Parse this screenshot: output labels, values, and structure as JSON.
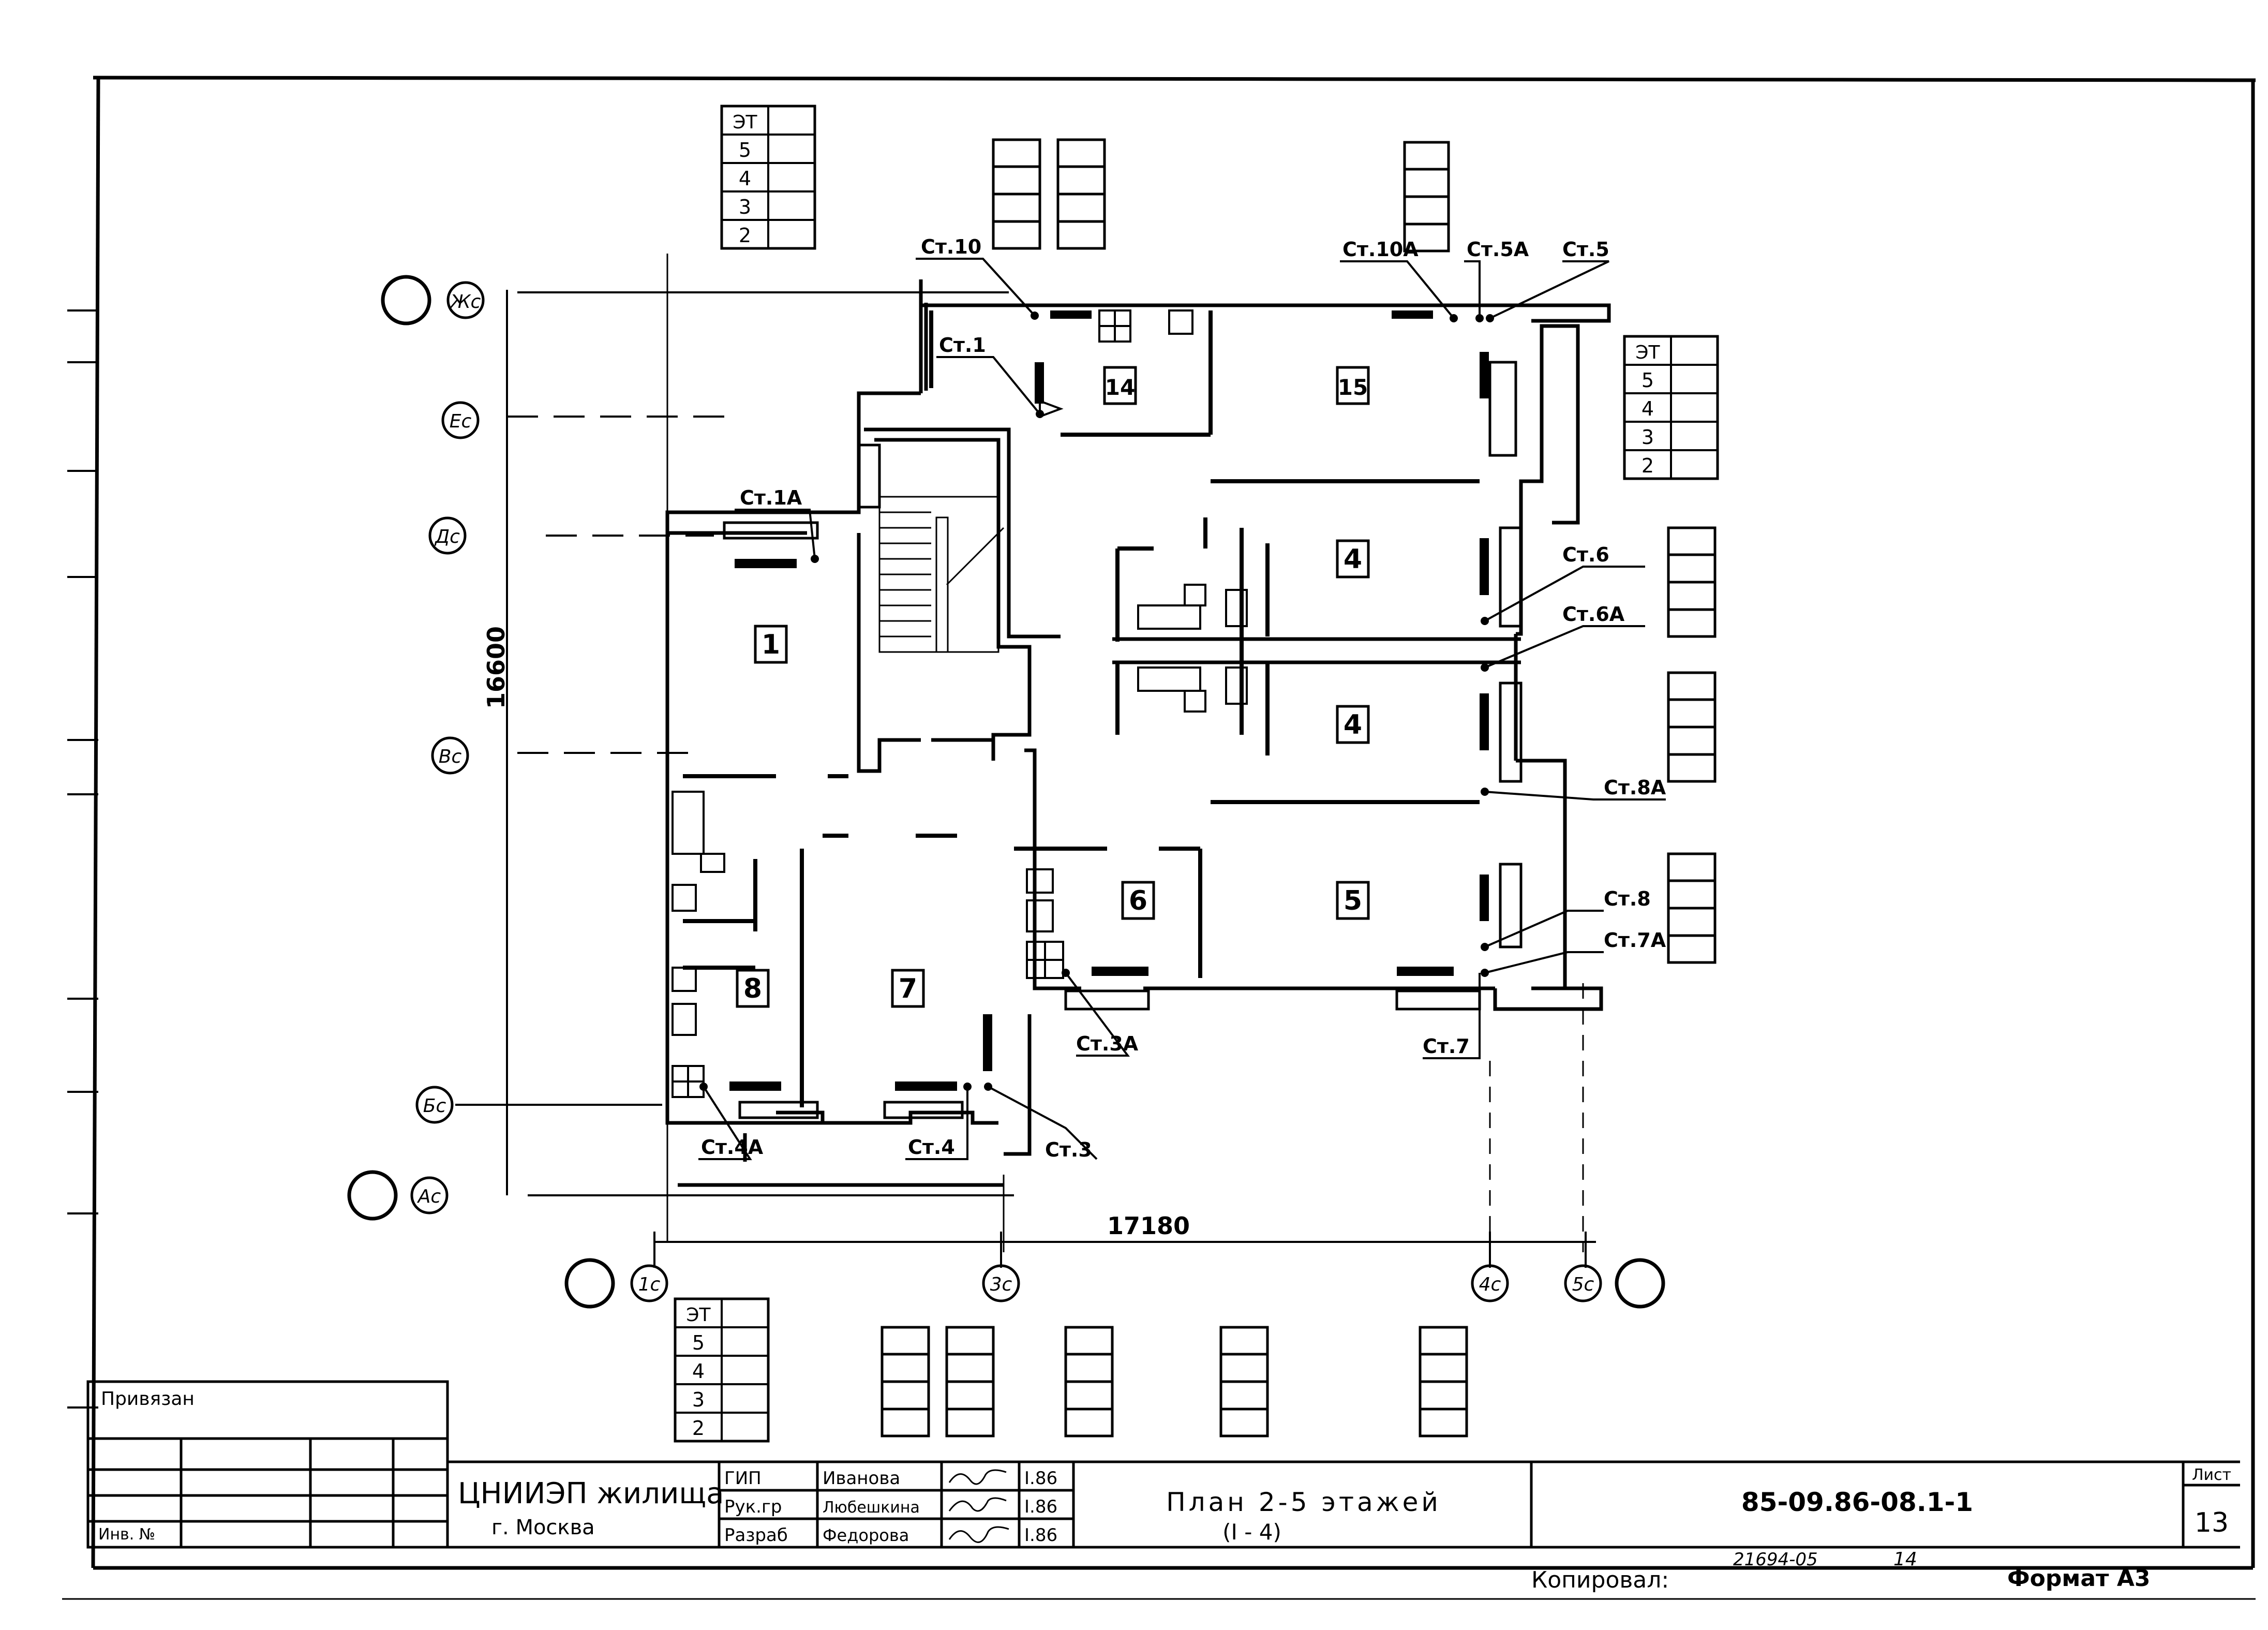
{
  "axes": {
    "rows": [
      "Жс",
      "Ес",
      "Дс",
      "Вс",
      "Бс",
      "Ас"
    ],
    "cols": [
      "1с",
      "3с",
      "4с",
      "5с"
    ]
  },
  "dims": {
    "height": "16600",
    "width": "17180"
  },
  "rooms": {
    "r1": "1",
    "r4a": "4",
    "r4b": "4",
    "r5": "5",
    "r6": "6",
    "r7": "7",
    "r8": "8",
    "r14": "14",
    "r15": "15"
  },
  "risers": {
    "st10": "Ст.10",
    "st1": "Ст.1",
    "st1a": "Ст.1А",
    "st10a": "Ст.10А",
    "st5a": "Ст.5А",
    "st5": "Ст.5",
    "st6": "Ст.6",
    "st6a": "Ст.6А",
    "st8a": "Ст.8А",
    "st8": "Ст.8",
    "st7a": "Ст.7А",
    "st7": "Ст.7",
    "st3a": "Ст.3А",
    "st3": "Ст.3",
    "st4": "Ст.4",
    "st4a": "Ст.4А"
  },
  "floor_tables": {
    "header": "ЭТ",
    "floors": [
      "5",
      "4",
      "3",
      "2"
    ]
  },
  "title_block": {
    "privyazan": "Привязан",
    "inv": "Инв. №",
    "org": "ЦНИИЭП жилища",
    "city": "г. Москва",
    "roles": [
      "ГИП",
      "Рук.гр",
      "Разраб"
    ],
    "names": [
      "Иванова",
      "Любешкина",
      "Федорова"
    ],
    "dates": [
      "I.86",
      "I.86",
      "I.86"
    ],
    "sheet_title": "План 2-5 этажей",
    "sheet_subtitle": "(I - 4)",
    "doc_code": "85-09.86-08.1-1",
    "sheet_label": "Лист",
    "sheet_no": "13"
  },
  "footer": {
    "copied": "Копировал:",
    "copy_no": "21694-05",
    "copy_extra": "14",
    "format": "Формат А3"
  }
}
